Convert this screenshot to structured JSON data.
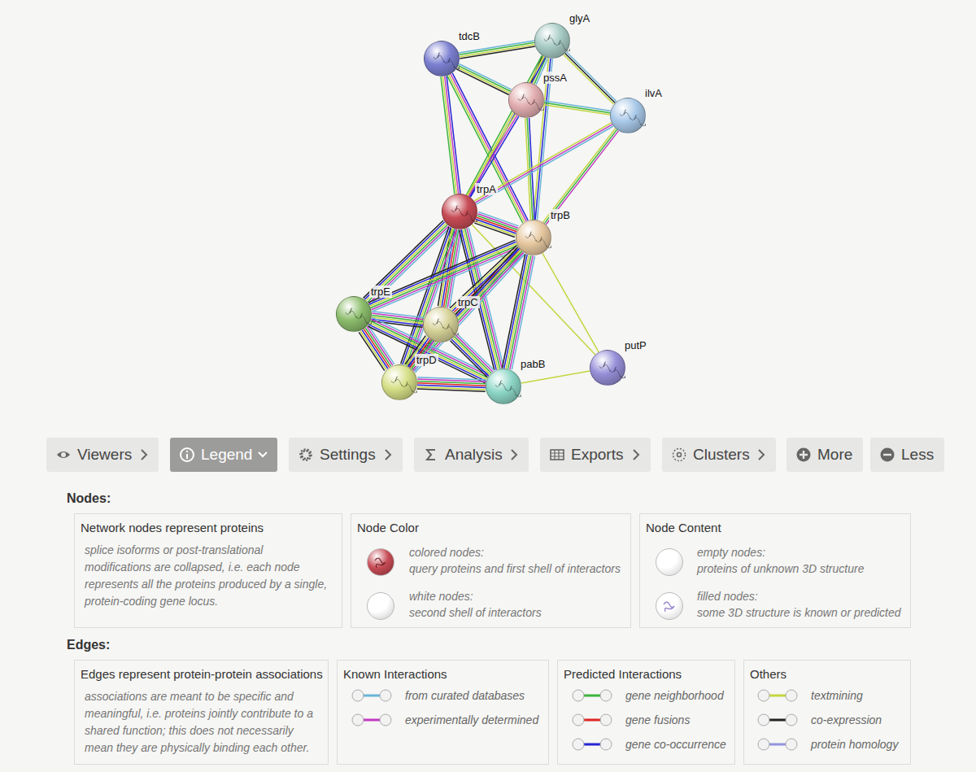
{
  "diagram": {
    "nodes": [
      {
        "text": [
          "tdcB"
        ]
      },
      {
        "text": [
          "glyA"
        ]
      },
      {
        "text": [
          "pssA"
        ]
      },
      {
        "text": [
          "ilvA"
        ]
      },
      {
        "text": [
          "trpA"
        ]
      },
      {
        "text": [
          "trpB"
        ]
      },
      {
        "text": [
          "trpE"
        ]
      },
      {
        "text": [
          "trpC"
        ]
      },
      {
        "text": [
          "trpD"
        ]
      },
      {
        "text": [
          "pabB"
        ]
      },
      {
        "text": [
          "putP"
        ]
      },
      {
        "text": [
          "Viewers"
        ]
      },
      {
        "text": [
          "Legend"
        ]
      },
      {
        "text": [
          "Settings"
        ]
      },
      {
        "text": [
          "Analysis"
        ]
      },
      {
        "text": [
          "Exports"
        ]
      },
      {
        "text": [
          "Clusters"
        ]
      },
      {
        "text": [
          "More"
        ]
      },
      {
        "text": [
          "Less"
        ]
      },
      {
        "text": [
          "Network nodes represent proteins",
          "splice isoforms or post-translational modifications are collapsed, i.e. each node represents all the proteins produced by a single, protein-coding gene locus."
        ]
      },
      {
        "text": [
          "Node Color",
          "colored nodes:",
          "query proteins and first shell of interactors",
          "white nodes:",
          "second shell of interactors"
        ]
      },
      {
        "text": [
          "Node Content",
          "empty nodes:",
          "proteins of unknown 3D structure",
          "filled nodes:",
          "some 3D structure is known or predicted"
        ]
      },
      {
        "text": [
          "Edges represent protein-protein associations",
          "associations are meant to be specific and meaningful, i.e. proteins jointly contribute to a shared function; this does not necessarily mean they are physically binding each other."
        ]
      },
      {
        "text": [
          "Known Interactions"
        ]
      },
      {
        "text": [
          "Predicted Interactions"
        ]
      },
      {
        "text": [
          "Others"
        ]
      }
    ],
    "edges": [
      {
        "from": 0,
        "to": 1,
        "arrow": "none"
      },
      {
        "from": 0,
        "to": 2,
        "arrow": "none"
      },
      {
        "from": 0,
        "to": 4,
        "arrow": "none"
      },
      {
        "from": 0,
        "to": 5,
        "arrow": "none"
      },
      {
        "from": 1,
        "to": 2,
        "arrow": "none"
      },
      {
        "from": 1,
        "to": 3,
        "arrow": "none"
      },
      {
        "from": 1,
        "to": 4,
        "arrow": "none"
      },
      {
        "from": 1,
        "to": 5,
        "arrow": "none"
      },
      {
        "from": 2,
        "to": 3,
        "arrow": "none"
      },
      {
        "from": 2,
        "to": 4,
        "arrow": "none"
      },
      {
        "from": 2,
        "to": 5,
        "arrow": "none"
      },
      {
        "from": 3,
        "to": 4,
        "arrow": "none"
      },
      {
        "from": 3,
        "to": 5,
        "arrow": "none"
      },
      {
        "from": 4,
        "to": 5,
        "arrow": "none"
      },
      {
        "from": 4,
        "to": 6,
        "arrow": "none"
      },
      {
        "from": 4,
        "to": 7,
        "arrow": "none"
      },
      {
        "from": 4,
        "to": 8,
        "arrow": "none"
      },
      {
        "from": 4,
        "to": 9,
        "arrow": "none"
      },
      {
        "from": 4,
        "to": 10,
        "arrow": "none"
      },
      {
        "from": 5,
        "to": 6,
        "arrow": "none"
      },
      {
        "from": 5,
        "to": 7,
        "arrow": "none"
      },
      {
        "from": 5,
        "to": 8,
        "arrow": "none"
      },
      {
        "from": 5,
        "to": 9,
        "arrow": "none"
      },
      {
        "from": 5,
        "to": 10,
        "arrow": "none"
      },
      {
        "from": 6,
        "to": 7,
        "arrow": "none"
      },
      {
        "from": 6,
        "to": 8,
        "arrow": "none"
      },
      {
        "from": 6,
        "to": 9,
        "arrow": "none"
      },
      {
        "from": 7,
        "to": 8,
        "arrow": "none"
      },
      {
        "from": 7,
        "to": 9,
        "arrow": "none"
      },
      {
        "from": 8,
        "to": 9,
        "arrow": "none"
      },
      {
        "from": 9,
        "to": 10,
        "arrow": "none"
      }
    ],
    "labels": [
      "Nodes:",
      "Edges:"
    ],
    "legend": [
      {
        "text": "from curated databases"
      },
      {
        "text": "experimentally determined"
      },
      {
        "text": "gene neighborhood"
      },
      {
        "text": "gene fusions"
      },
      {
        "text": "gene co-occurrence"
      },
      {
        "text": "textmining"
      },
      {
        "text": "co-expression"
      },
      {
        "text": "protein homology"
      }
    ]
  }
}
